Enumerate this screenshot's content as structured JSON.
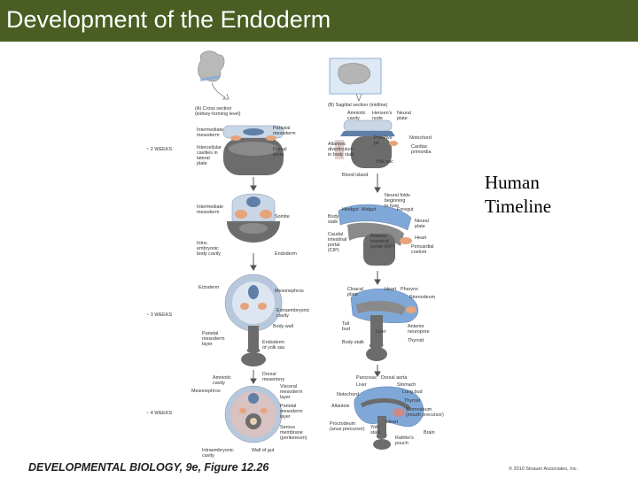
{
  "slide": {
    "title": "Development of the Endoderm",
    "side_label": "Human\nTimeline",
    "caption": "DEVELOPMENTAL BIOLOGY, 9e, Figure 12.26",
    "copyright": "© 2010 Sinauer Associates, Inc."
  },
  "weeks": [
    "~ 2 WEEKS",
    "~ 3 WEEKS",
    "~ 4 WEEKS"
  ],
  "panels": {
    "a_title": "(A) Cross section\n(kidney-forming level)",
    "b_title": "(B) Sagittal section (midline)"
  },
  "labels_a": [
    "Intermediate\nmesoderm",
    "Paraxial\nmesoderm",
    "Intercellular\ncavities in\nlateral\nplate",
    "Dorsal\naorta",
    "Intermediate\nmesoderm",
    "Somite",
    "Intra-\nembryonic\nbody cavity",
    "Endoderm",
    "Ectoderm",
    "Mesonephros",
    "Extraembryonic\ncavity",
    "Body wall",
    "Parietal\nmesoderm\nlayer",
    "Endoderm\nof yolk sac",
    "Amniotic\ncavity",
    "Dorsal\nmesentery",
    "Mesonephros",
    "Visceral\nmesoderm\nlayer",
    "Parietal\nmesoderm\nlayer",
    "Serous\nmembrane\n(peritoneum)",
    "Intraembryonic\ncavity",
    "Wall of gut"
  ],
  "labels_b": [
    "Amniotic\ncavity",
    "Hensen's\nnode",
    "Neural\nplate",
    "Primitive\npit",
    "Notochord",
    "Allantoic\ndiverticulum\nin body stalk",
    "Cardiac\nprimordia",
    "Yolk sac",
    "Blood island",
    "Neural folds\nbeginning\nto fuse",
    "Hindgut",
    "Midgut",
    "Foregut",
    "Body\nstalk",
    "Neural\nplate",
    "Heart",
    "Caudal\nintestinal\nportal\n(CIP)",
    "Anterior\nintestinal\nportal (AIP)",
    "Pericardial\ncoelom",
    "Cloacal\nplate",
    "Heart",
    "Pharynx",
    "Stomodeum",
    "Tail\nbud",
    "Anterior\nneuropore",
    "Liver",
    "Body stalk",
    "Thyroid",
    "Pancreas",
    "Dorsal aorta",
    "Liver",
    "Stomach",
    "Notochord",
    "Lung bud",
    "Thyroid",
    "Allantois",
    "Stomodeum\n(mouth precursor)",
    "Heart",
    "Proctodeum\n(anus precursor)",
    "Yolk\nstalk",
    "Brain",
    "Rathke's\npouch"
  ]
}
